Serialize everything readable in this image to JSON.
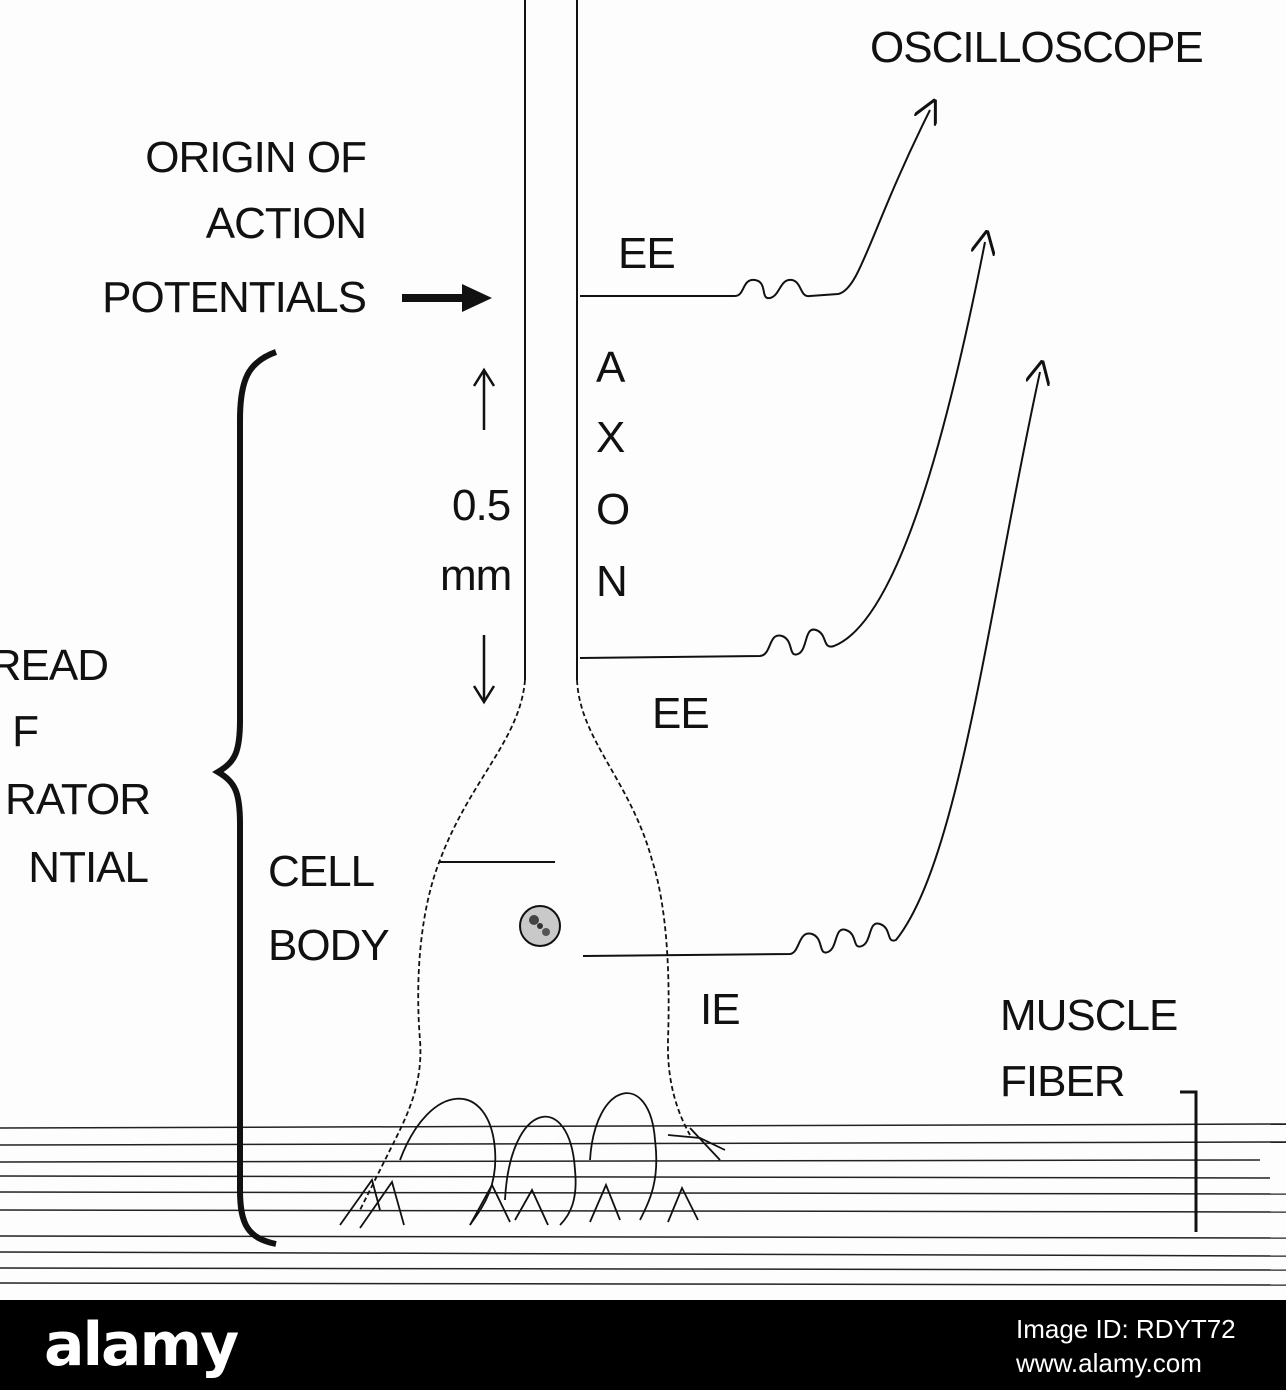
{
  "labels": {
    "oscilloscope": "OSCILLOSCOPE",
    "origin_line1": "ORIGIN OF",
    "origin_line2": "ACTION",
    "origin_line3": "POTENTIALS",
    "ee_top": "EE",
    "ee_bottom": "EE",
    "ie": "IE",
    "axon_letters": [
      "A",
      "X",
      "O",
      "N"
    ],
    "distance_value": "0.5",
    "distance_unit": "mm",
    "spread_line1": "READ",
    "spread_line2": "F",
    "spread_line3": "RATOR",
    "spread_line4": "NTIAL",
    "cell_line1": "CELL",
    "cell_line2": "BODY",
    "muscle_line1": "MUSCLE",
    "muscle_line2": "FIBER"
  },
  "footer": {
    "logo": "alamy",
    "image_id": "Image ID: RDYT72",
    "url": "www.alamy.com"
  },
  "colors": {
    "ink": "#111111",
    "footer_bg": "#000000",
    "footer_text": "#ffffff"
  }
}
